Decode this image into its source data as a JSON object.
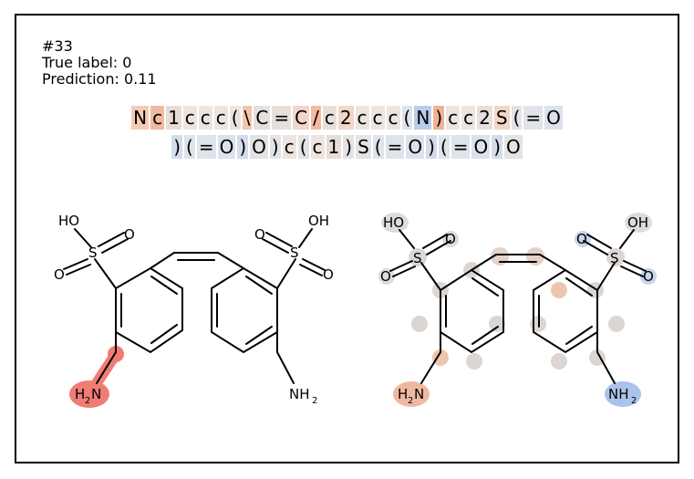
{
  "header": {
    "sample_id": "#33",
    "true_label": "True label: 0",
    "prediction": "Prediction: 0.11"
  },
  "smiles": {
    "line1": [
      {
        "t": "N",
        "c": "#f6cbb4"
      },
      {
        "t": "c",
        "c": "#f3b8a0"
      },
      {
        "t": "1",
        "c": "#e8dcd6"
      },
      {
        "t": "c",
        "c": "#ece4df"
      },
      {
        "t": "c",
        "c": "#ece4df"
      },
      {
        "t": "c",
        "c": "#ece4df"
      },
      {
        "t": "(",
        "c": "#ece4df"
      },
      {
        "t": "\\",
        "c": "#f3c4ae"
      },
      {
        "t": "C",
        "c": "#e6e0dd"
      },
      {
        "t": "=",
        "c": "#e6e0dd"
      },
      {
        "t": "C",
        "c": "#f2d6c8"
      },
      {
        "t": "/",
        "c": "#f3b8a0"
      },
      {
        "t": "c",
        "c": "#e6e0dd"
      },
      {
        "t": "2",
        "c": "#f2d6c8"
      },
      {
        "t": "c",
        "c": "#ece4df"
      },
      {
        "t": "c",
        "c": "#ece4df"
      },
      {
        "t": "c",
        "c": "#ece4df"
      },
      {
        "t": "(",
        "c": "#dfe3ea"
      },
      {
        "t": "N",
        "c": "#b9cde9"
      },
      {
        "t": ")",
        "c": "#f0b095"
      },
      {
        "t": "c",
        "c": "#ece4df"
      },
      {
        "t": "c",
        "c": "#ece4df"
      },
      {
        "t": "2",
        "c": "#e6e0dd"
      },
      {
        "t": "S",
        "c": "#f2d6c8"
      },
      {
        "t": "(",
        "c": "#e3e3e6"
      },
      {
        "t": "=",
        "c": "#dfe3ea"
      },
      {
        "t": "O",
        "c": "#dce2ec"
      }
    ],
    "line2": [
      {
        "t": ")",
        "c": "#d4dcec"
      },
      {
        "t": "(",
        "c": "#dfe3ea"
      },
      {
        "t": "=",
        "c": "#dfe3ea"
      },
      {
        "t": "O",
        "c": "#dce2ec"
      },
      {
        "t": ")",
        "c": "#d4dcec"
      },
      {
        "t": "O",
        "c": "#e3e3e6"
      },
      {
        "t": ")",
        "c": "#e3e3e6"
      },
      {
        "t": "c",
        "c": "#ece4df"
      },
      {
        "t": "(",
        "c": "#e3e3e6"
      },
      {
        "t": "c",
        "c": "#ece4df"
      },
      {
        "t": "1",
        "c": "#e8dcd6"
      },
      {
        "t": ")",
        "c": "#e3e3e6"
      },
      {
        "t": "S",
        "c": "#e3e3e6"
      },
      {
        "t": "(",
        "c": "#dfe3ea"
      },
      {
        "t": "=",
        "c": "#dfe3ea"
      },
      {
        "t": "O",
        "c": "#dce2ec"
      },
      {
        "t": ")",
        "c": "#d4dcec"
      },
      {
        "t": "(",
        "c": "#dfe3ea"
      },
      {
        "t": "=",
        "c": "#dfe3ea"
      },
      {
        "t": "O",
        "c": "#dce2ec"
      },
      {
        "t": ")",
        "c": "#d4dcec"
      },
      {
        "t": "O",
        "c": "#e3e3e6"
      }
    ]
  },
  "molecule_atom_labels": {
    "ho": "HO",
    "oh": "OH",
    "o": "O",
    "s": "S",
    "nh2_left_h": "H",
    "nh2_left_sub": "2",
    "nh2_left_n": "N",
    "nh2_right_n": "NH",
    "nh2_right_sub": "2"
  },
  "colors": {
    "positive_strong": "#f07c75",
    "positive_soft": "#eeb9a0",
    "neutral": "#dcd6d3",
    "negative": "#a9c3ea"
  }
}
